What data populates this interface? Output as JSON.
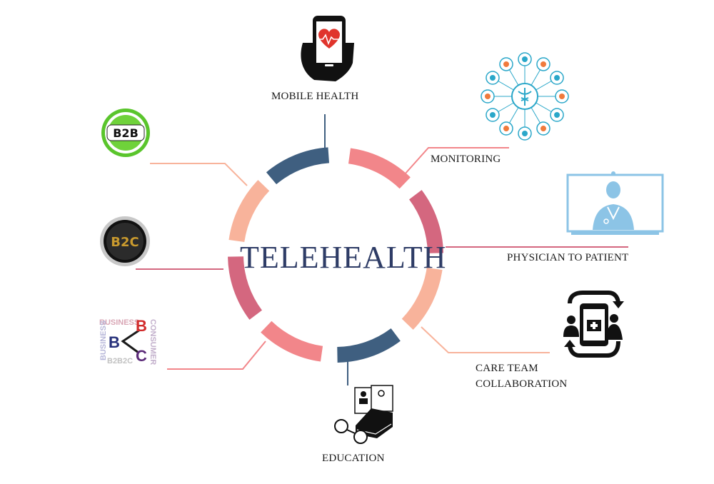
{
  "center": {
    "title": "TELEHEALTH"
  },
  "segments": [
    {
      "name": "mobile-health",
      "color": "#3f5f80"
    },
    {
      "name": "monitoring",
      "color": "#f2868a"
    },
    {
      "name": "physician-to-patient",
      "color": "#d4677f"
    },
    {
      "name": "care-team",
      "color": "#f8b39b"
    },
    {
      "name": "education",
      "color": "#3f5f80"
    },
    {
      "name": "b2b2c",
      "color": "#f2868a"
    },
    {
      "name": "b2c",
      "color": "#d4677f"
    },
    {
      "name": "b2b",
      "color": "#f8b39b"
    }
  ],
  "labels": {
    "mobile_health": "MOBILE HEALTH",
    "monitoring": "MONITORING",
    "physician_to_patient": "PHYSICIAN TO PATIENT",
    "care_team_line1": "CARE TEAM",
    "care_team_line2": "COLLABORATION",
    "education": "EDUCATION"
  },
  "badges": {
    "b2b": "B2B",
    "b2c": "B2C",
    "b2b2c": {
      "top": "BUSINESS",
      "left": "BUSINESS",
      "right": "CONSUMER",
      "bottom": "B2B2C",
      "letter_b_top": "B",
      "letter_b_left": "B",
      "letter_c": "C"
    }
  },
  "icons": {
    "mobile_health": "heart-rate-phone-icon",
    "monitoring": "medical-network-icon",
    "physician_to_patient": "doctor-monitor-icon",
    "care_team": "care-team-phone-icon",
    "education": "book-glasses-icon"
  }
}
